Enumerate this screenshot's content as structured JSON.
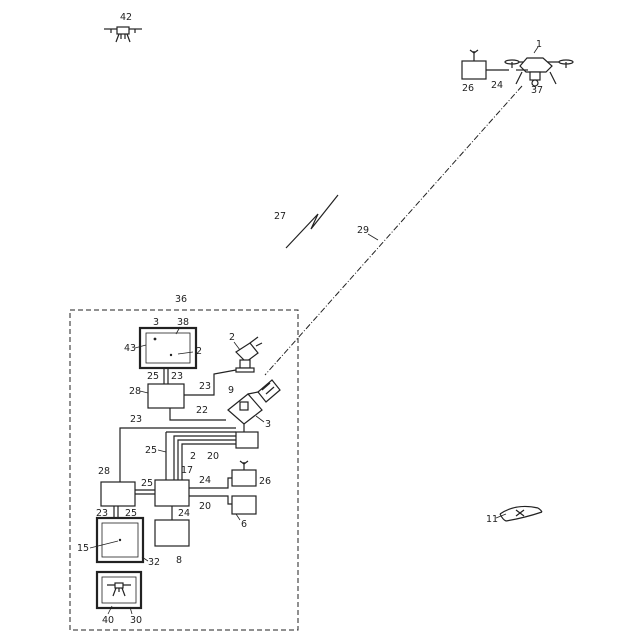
{
  "colors": {
    "ink": "#222222",
    "background": "#ffffff"
  },
  "labels": {
    "drone_top_left": "42",
    "drone_main": "1",
    "box_top_right": "26",
    "link_top_right": "24",
    "drone_camera": "37",
    "radio_link": "27",
    "optical_path": "29",
    "enclosure": "36",
    "monitor_top_a": "3",
    "monitor_top_b": "38",
    "monitor_top_left": "43",
    "monitor_top_inner": "2",
    "camera_top": "2",
    "link_25a": "25",
    "link_23a": "23",
    "link_23b": "23",
    "box_28a": "28",
    "tracker_9": "9",
    "link_22": "22",
    "tracker_3": "3",
    "link_23c": "23",
    "link_25b": "25",
    "link_2b": "2",
    "link_20": "20",
    "box_28b": "28",
    "link_25c": "25",
    "box_17": "17",
    "link_24a": "24",
    "box_26b": "26",
    "link_23d": "23",
    "link_25d": "25",
    "link_24b": "24",
    "link_20b": "20",
    "box_6": "6",
    "monitor_15": "15",
    "monitor_32": "32",
    "box_8": "8",
    "monitor_40": "40",
    "monitor_30": "30",
    "drone_right": "11"
  }
}
